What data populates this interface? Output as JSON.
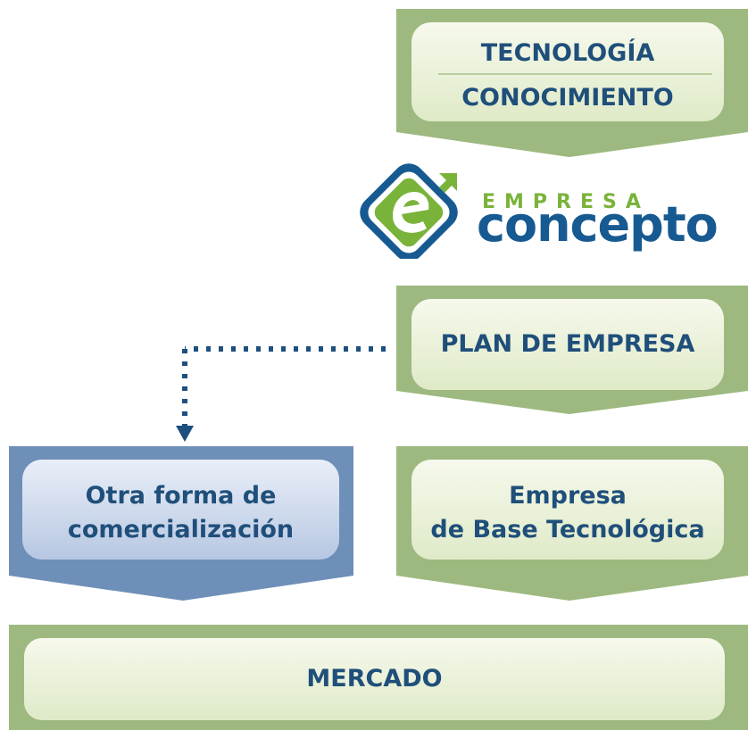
{
  "nodes": {
    "tecnologia": "TECNOLOGÍA",
    "conocimiento": "CONOCIMIENTO",
    "plan": "PLAN DE EMPRESA",
    "otra_line1": "Otra forma de",
    "otra_line2": "comercialización",
    "ebt_line1": "Empresa",
    "ebt_line2": "de Base Tecnológica",
    "mercado": "MERCADO"
  },
  "logo": {
    "top": "EMPRESA",
    "main": "concepto"
  },
  "colors": {
    "green_outer": "#9db97f",
    "green_inner_top": "#f6f9ec",
    "green_inner_bottom": "#dfeac8",
    "blue_outer": "#6e8fb8",
    "blue_inner_top": "#e9eff8",
    "blue_inner_bottom": "#b7c7e2",
    "text": "#1f4f7a",
    "dotted_arrow": "#1d4f7f",
    "logo_green": "#7ab33a",
    "logo_blue": "#175a92"
  }
}
